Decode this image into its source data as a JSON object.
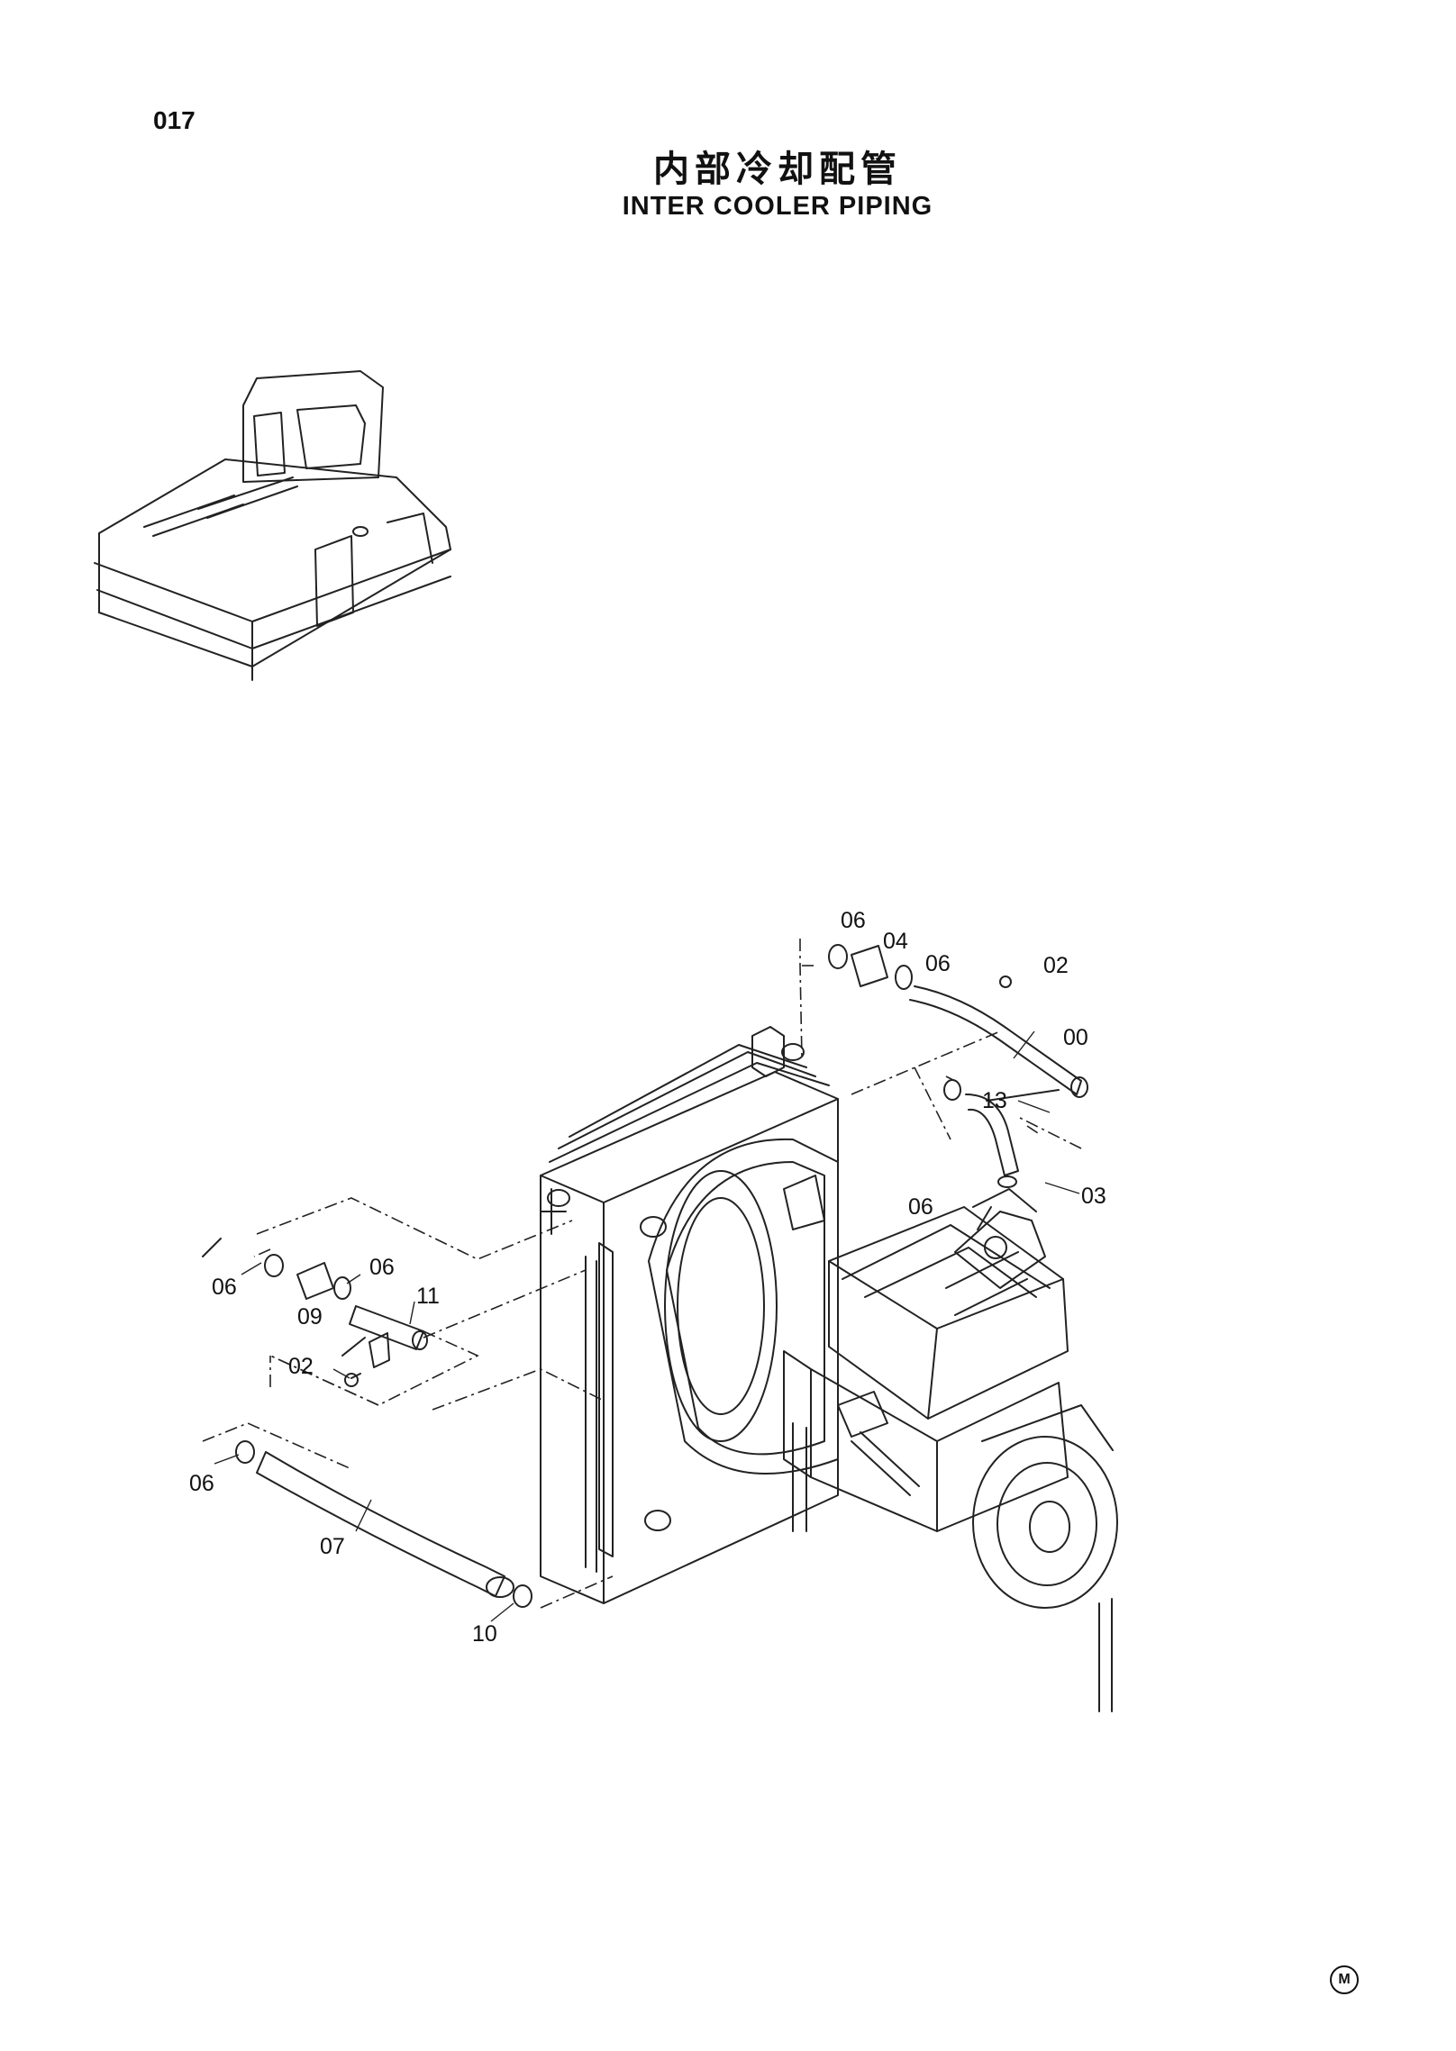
{
  "header": {
    "page_number": "017",
    "title_cn": "内部冷却配管",
    "title_en": "INTER COOLER PIPING"
  },
  "callouts": [
    {
      "id": "c-06-top",
      "label": "06"
    },
    {
      "id": "c-04",
      "label": "04"
    },
    {
      "id": "c-06-mid",
      "label": "06"
    },
    {
      "id": "c-02-top",
      "label": "02"
    },
    {
      "id": "c-00",
      "label": "00"
    },
    {
      "id": "c-13",
      "label": "13"
    },
    {
      "id": "c-06-right",
      "label": "06"
    },
    {
      "id": "c-03",
      "label": "03"
    },
    {
      "id": "c-06-left-a",
      "label": "06"
    },
    {
      "id": "c-06-left-b",
      "label": "06"
    },
    {
      "id": "c-09",
      "label": "09"
    },
    {
      "id": "c-11",
      "label": "11"
    },
    {
      "id": "c-02-left",
      "label": "02"
    },
    {
      "id": "c-06-low",
      "label": "06"
    },
    {
      "id": "c-07",
      "label": "07"
    },
    {
      "id": "c-10",
      "label": "10"
    }
  ],
  "footer": {
    "mark": "M"
  }
}
